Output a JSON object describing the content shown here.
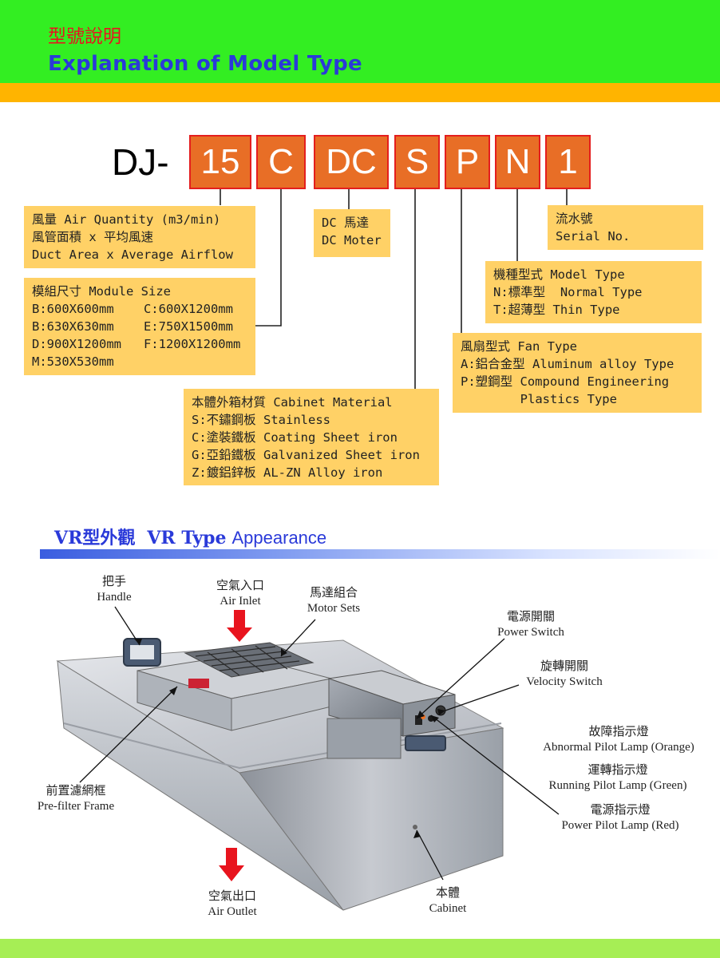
{
  "header": {
    "title_cn": "型號說明",
    "title_en": "Explanation of Model Type"
  },
  "model_code": {
    "prefix": "DJ-",
    "segments": [
      "15",
      "C",
      "DC",
      "S",
      "P",
      "N",
      "1"
    ]
  },
  "boxes": {
    "air_quantity": "風量 Air Quantity (m3/min)\n風管面積 x 平均風速\nDuct Area x Average Airflow",
    "module_size": "模組尺寸 Module Size\nB:600X600mm    C:600X1200mm\nB:630X630mm    E:750X1500mm\nD:900X1200mm   F:1200X1200mm\nM:530X530mm",
    "dc_motor": "DC 馬達\nDC Moter",
    "cabinet_material": "本體外箱材質 Cabinet Material\nS:不鏽鋼板 Stainless\nC:塗裝鐵板 Coating Sheet iron\nG:亞鉛鐵板 Galvanized Sheet iron\nZ:鍍鋁鋅板 AL-ZN Alloy iron",
    "serial_no": "流水號\nSerial No.",
    "model_type": "機種型式 Model Type\nN:標準型  Normal Type\nT:超薄型 Thin Type",
    "fan_type": "風扇型式 Fan Type\nA:鋁合金型 Aluminum alloy Type\nP:塑鋼型 Compound Engineering\n        Plastics Type"
  },
  "appearance": {
    "title_bold": "VR型外觀",
    "title_bold2": "VR Type",
    "title_rest": "Appearance",
    "labels": {
      "handle_cn": "把手",
      "handle_en": "Handle",
      "air_inlet_cn": "空氣入口",
      "air_inlet_en": "Air Inlet",
      "motor_sets_cn": "馬達組合",
      "motor_sets_en": "Motor Sets",
      "power_switch_cn": "電源開關",
      "power_switch_en": "Power Switch",
      "velocity_switch_cn": "旋轉開關",
      "velocity_switch_en": "Velocity Switch",
      "abnormal_lamp_cn": "故障指示燈",
      "abnormal_lamp_en": "Abnormal Pilot Lamp (Orange)",
      "running_lamp_cn": "運轉指示燈",
      "running_lamp_en": "Running Pilot Lamp (Green)",
      "power_lamp_cn": "電源指示燈",
      "power_lamp_en": "Power Pilot Lamp (Red)",
      "prefilter_cn": "前置濾網框",
      "prefilter_en": "Pre-filter Frame",
      "air_outlet_cn": "空氣出口",
      "air_outlet_en": "Air Outlet",
      "cabinet_cn": "本體",
      "cabinet_en": "Cabinet"
    }
  },
  "colors": {
    "header_green": "#33ee22",
    "header_orange": "#ffb400",
    "segment_fill": "#e86e26",
    "box_fill": "#ffd166",
    "title_blue": "#2a3ad9",
    "footer_green": "#a6ee55",
    "arrow_red": "#e8141e"
  }
}
